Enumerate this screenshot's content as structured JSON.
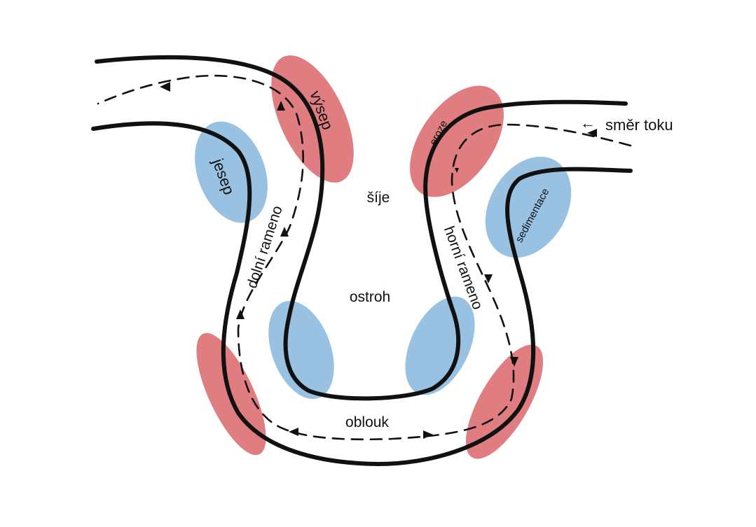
{
  "labels": {
    "flow_direction": "směr toku",
    "flow_arrow_glyph": "←",
    "erosion_top_left": "výsep",
    "deposition_top_left": "jesep",
    "erosion_top_right": "eroze",
    "deposition_top_right": "sedimentace",
    "neck": "šíje",
    "spur": "ostroh",
    "lower_arm": "dolní rameno",
    "upper_arm": "horní rameno",
    "bend": "oblouk"
  },
  "colors": {
    "erosion_zone": "#d9666b",
    "deposition_zone": "#86b6dd",
    "river_banks": "#111111"
  }
}
